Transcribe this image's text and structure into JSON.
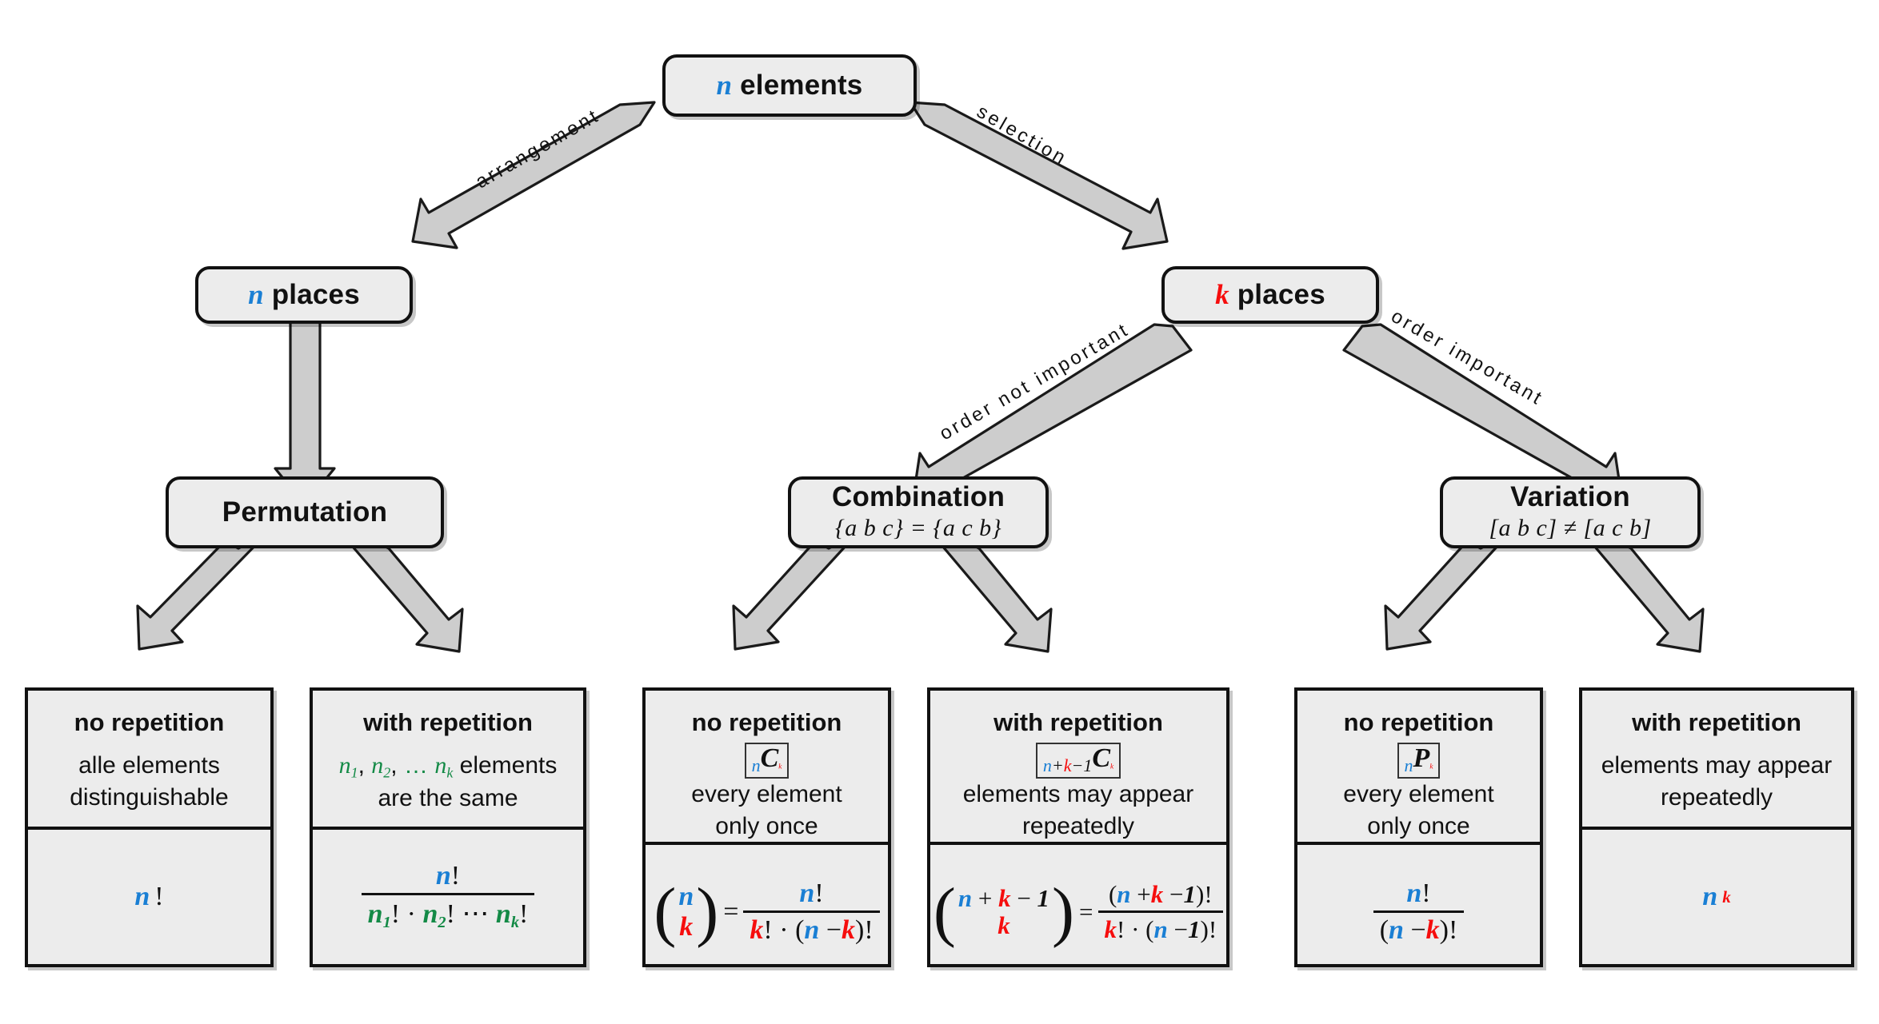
{
  "diagram": {
    "title": "Combinatorics overview: permutation, combination, variation",
    "colors": {
      "n": "#1a7fd4",
      "k": "#f60d0d",
      "ni": "#138a46",
      "node_fill": "#ececec",
      "stroke": "#111111",
      "arrow_fill": "#cccccc"
    }
  },
  "nodes": {
    "root": {
      "title_n": "n",
      "title_rest": " elements"
    },
    "n_places": {
      "title_n": "n",
      "title_rest": " places"
    },
    "k_places": {
      "title_k": "k",
      "title_rest": " places"
    },
    "permutation": {
      "title": "Permutation",
      "sub": ""
    },
    "combination": {
      "title": "Combination",
      "sub": "{a b c} = {a c b}"
    },
    "variation": {
      "title": "Variation",
      "sub": "[a b c] ≠ [a c b]"
    }
  },
  "edge_labels": {
    "arrangement": "arrangement",
    "selection": "selection",
    "order_not_important": "order not important",
    "order_important": "order important"
  },
  "leaves": [
    {
      "id": "permutation-no-repetition",
      "header": "no repetition",
      "badge": null,
      "body_lines": [
        "alle elements",
        "distinguishable"
      ],
      "formula_text": "n!"
    },
    {
      "id": "permutation-with-repetition",
      "header": "with repetition",
      "badge": null,
      "body_lines": [
        "n₁, n₂, … nₖ elements",
        "are the same"
      ],
      "formula_text": "n! / (n₁! · n₂! ⋯ nₖ!)"
    },
    {
      "id": "combination-no-repetition",
      "header": "no repetition",
      "badge": "nCk",
      "body_lines": [
        "every element",
        "only once"
      ],
      "formula_text": "C(n,k) = n! / (k! · (n − k)!)"
    },
    {
      "id": "combination-with-repetition",
      "header": "with repetition",
      "badge": "n+k-1Ck",
      "body_lines": [
        "elements may appear",
        "repeatedly"
      ],
      "formula_text": "C(n+k−1,k) = (n + k − 1)! / (k! · (n − 1)!)"
    },
    {
      "id": "variation-no-repetition",
      "header": "no repetition",
      "badge": "nPk",
      "body_lines": [
        "every element",
        "only once"
      ],
      "formula_text": "n! / (n − k)!"
    },
    {
      "id": "variation-with-repetition",
      "header": "with repetition",
      "badge": null,
      "body_lines": [
        "elements may appear",
        "repeatedly"
      ],
      "formula_text": "n^k"
    }
  ],
  "symbols": {
    "n": "n",
    "k": "k",
    "one": "1",
    "bang": "!",
    "dot": "·",
    "minus": "−",
    "plus": "+",
    "equals": "=",
    "ellipsis": "⋯",
    "comma": ",",
    "dots3": "…",
    "lparen": "(",
    "rparen": ")",
    "n1": "n",
    "n2": "n",
    "nk": "n",
    "sub1": "1",
    "sub2": "2",
    "subk": "k",
    "elements_word": " elements",
    "are_same": "are the same"
  }
}
